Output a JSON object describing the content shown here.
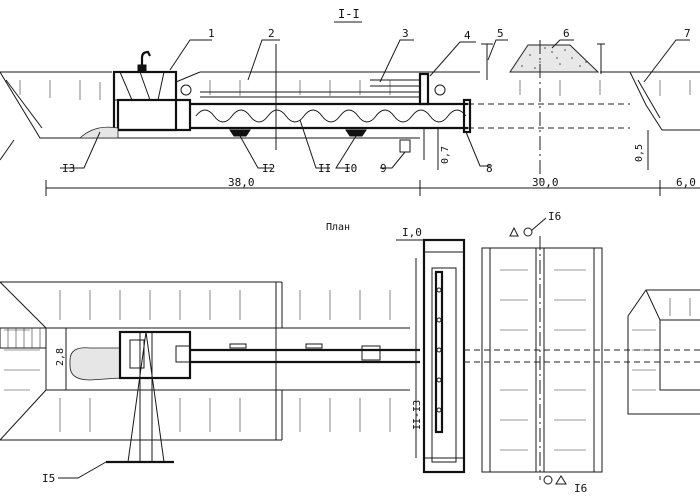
{
  "section": {
    "title": "I-I",
    "callouts": {
      "c1": "1",
      "c2": "2",
      "c3": "3",
      "c4": "4",
      "c5": "5",
      "c6": "6",
      "c7": "7",
      "c8": "8",
      "c9": "9",
      "c10": "I0",
      "c11": "II",
      "c12": "I2",
      "c13": "I3"
    },
    "dims": {
      "length_left": "38,0",
      "length_right": "30,0",
      "length_far": "6,0",
      "depth_a": "0,7",
      "depth_b": "0,5"
    }
  },
  "plan": {
    "title": "План",
    "callouts": {
      "c15": "I5",
      "c16_top": "I6",
      "c16_bottom": "I6"
    },
    "dims": {
      "width_top": "I,0",
      "width_left": "2,8",
      "span": "II-I3"
    }
  }
}
